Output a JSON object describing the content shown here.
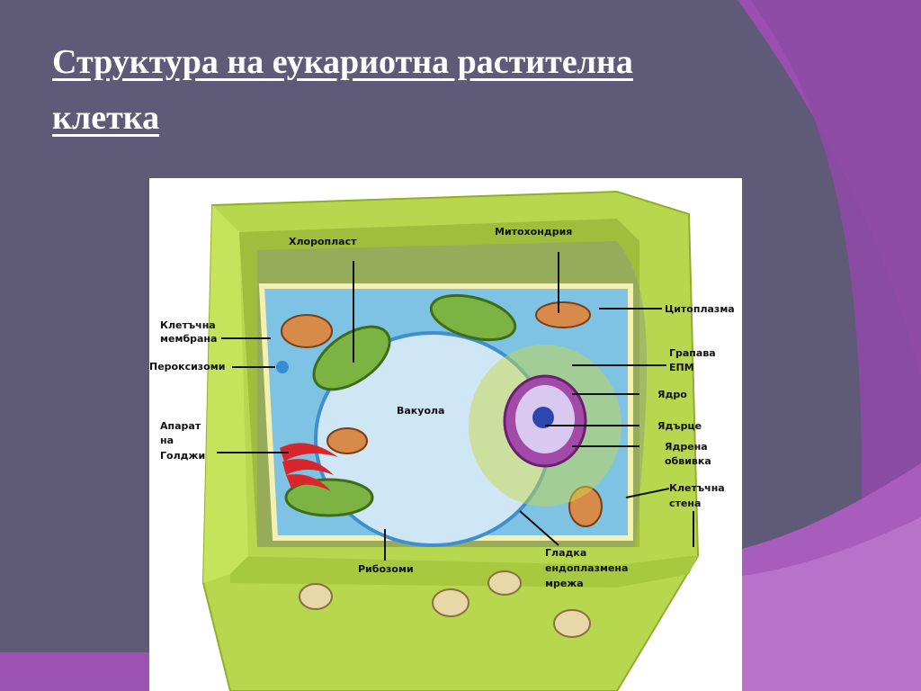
{
  "slide": {
    "title_line1": "Структура на еукариотна растителна",
    "title_line2": "клетка"
  },
  "diagram": {
    "labels": {
      "chloroplast": "Хлоропласт",
      "mitochondria": "Митохондрия",
      "cytoplasm": "Цитоплазма",
      "cell_membrane_1": "Клетъчна",
      "cell_membrane_2": "мембрана",
      "peroxisomes": "Пероксизоми",
      "rough_er_1": "Грапава",
      "rough_er_2": "ЕПМ",
      "nucleus": "Ядро",
      "vacuole": "Вакуола",
      "nucleolus": "Ядърце",
      "golgi_1": "Апарат",
      "golgi_2": "на",
      "golgi_3": "Голджи",
      "nuclear_envelope_1": "Ядрена",
      "nuclear_envelope_2": "обвивка",
      "cell_wall_1": "Клетъчна",
      "cell_wall_2": "стена",
      "ribosomes": "Рибозоми",
      "smooth_er_1": "Гладка",
      "smooth_er_2": "ендоплазмена",
      "smooth_er_3": "мрежа"
    }
  },
  "colors": {
    "background": "#5f5a78",
    "accent_purple": "#9b4fb0",
    "cell_wall": "#b7d84e",
    "cytoplasm": "#7ec3e4",
    "vacuole": "#cfe6f4",
    "chloroplast": "#5a8a2a",
    "golgi": "#d8262b",
    "nucleus": "#a24aa8"
  }
}
